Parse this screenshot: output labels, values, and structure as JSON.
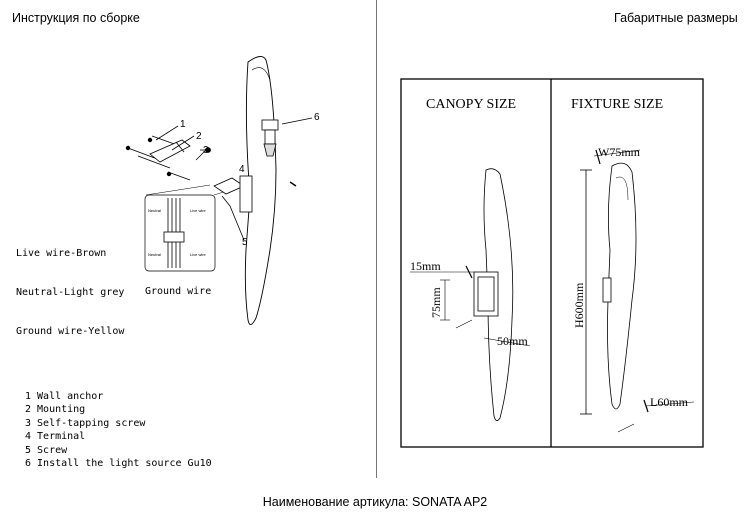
{
  "left_panel": {
    "title": "Инструкция по сборке",
    "wire_legend": [
      "Live wire-Brown",
      "Neutral-Light grey",
      "Ground wire-Yellow"
    ],
    "ground_wire_label": "Ground wire",
    "parts": [
      "1 Wall anchor",
      "2 Mounting",
      "3 Self-tapping screw",
      "4 Terminal",
      "5 Screw",
      "6 Install the light source Gu10"
    ],
    "callouts": [
      "1",
      "2",
      "3",
      "4",
      "5",
      "6"
    ],
    "terminal_labels": [
      "Neutral",
      "Live wire",
      "Neutral",
      "Live wire"
    ]
  },
  "right_panel": {
    "title": "Габаритные размеры",
    "canopy_title": "CANOPY SIZE",
    "fixture_title": "FIXTURE SIZE",
    "canopy_dims": {
      "depth": "15mm",
      "height": "75mm",
      "width": "50mm"
    },
    "fixture_dims": {
      "diameter": "W75mm",
      "length": "H600mm",
      "projection": "L60mm"
    }
  },
  "footer": "Наименование артикула: SONATA  AP2"
}
